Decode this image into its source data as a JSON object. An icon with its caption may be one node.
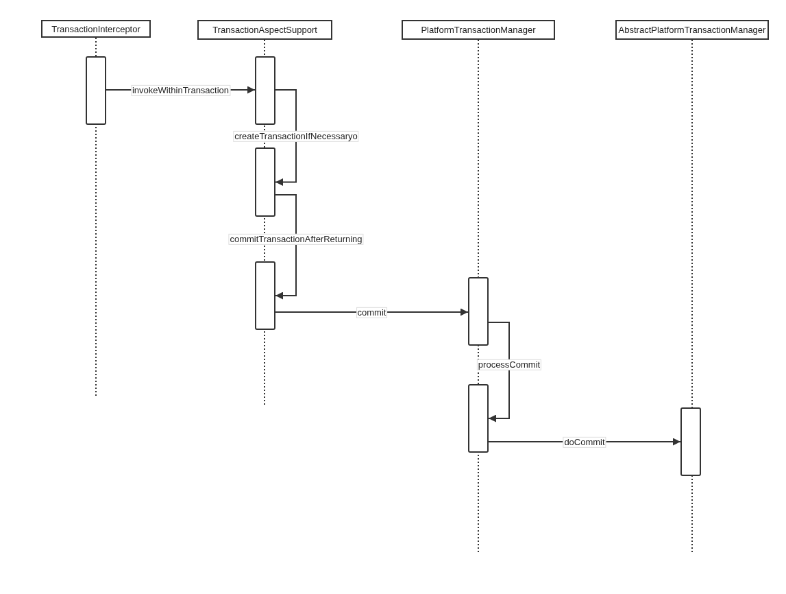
{
  "diagram": {
    "nodes": [
      {
        "text": [
          "TransactionInterceptor"
        ]
      },
      {
        "text": [
          "TransactionAspectSupport"
        ]
      },
      {
        "text": [
          "PlatformTransactionManager"
        ]
      },
      {
        "text": [
          "AbstractPlatformTransactionManager"
        ]
      },
      {
        "text": [],
        "shape": "bar"
      },
      {
        "text": [],
        "shape": "bar"
      },
      {
        "text": [],
        "shape": "bar"
      },
      {
        "text": [],
        "shape": "bar"
      },
      {
        "text": [],
        "shape": "bar"
      },
      {
        "text": [],
        "shape": "bar"
      },
      {
        "text": [],
        "shape": "bar"
      }
    ],
    "edges": [
      {
        "from": 4,
        "to": 5,
        "arrow": "to",
        "label": "invokeWithinTransaction"
      },
      {
        "from": 5,
        "to": 6,
        "arrow": "to",
        "label": "createTransactionIfNecessaryo"
      },
      {
        "from": 6,
        "to": 7,
        "arrow": "to",
        "label": "commitTransactionAfterReturning"
      },
      {
        "from": 7,
        "to": 8,
        "arrow": "to",
        "label": "commit"
      },
      {
        "from": 8,
        "to": 9,
        "arrow": "to",
        "label": "processCommit"
      },
      {
        "from": 9,
        "to": 10,
        "arrow": "to",
        "label": "doCommit"
      }
    ]
  }
}
